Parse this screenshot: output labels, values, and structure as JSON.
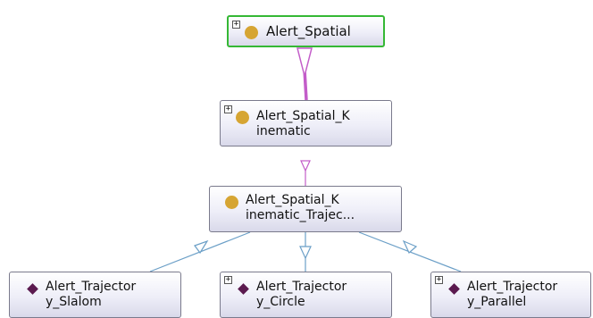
{
  "nodes": {
    "alert_spatial": {
      "label": "Alert_Spatial",
      "icon": "class-circle-icon",
      "expandable": true,
      "selected": true
    },
    "alert_spatial_kinematic": {
      "label": "Alert_Spatial_K\ninematic",
      "icon": "class-circle-icon",
      "expandable": true
    },
    "alert_spatial_kinematic_trajec": {
      "label": "Alert_Spatial_K\ninematic_Trajec...",
      "icon": "class-circle-icon",
      "expandable": false
    },
    "slalom": {
      "label": "Alert_Trajector\ny_Slalom",
      "icon": "individual-diamond-icon",
      "expandable": false
    },
    "circle": {
      "label": "Alert_Trajector\ny_Circle",
      "icon": "individual-diamond-icon",
      "expandable": true
    },
    "parallel": {
      "label": "Alert_Trajector\ny_Parallel",
      "icon": "individual-diamond-icon",
      "expandable": true
    }
  },
  "expander_symbol": "+",
  "colors": {
    "class_icon": "#d6a533",
    "individual_icon": "#5b1a4f",
    "selected_border": "#35b835",
    "subclass_edge": "#c35dc9",
    "instance_edge": "#6b9fc7"
  }
}
